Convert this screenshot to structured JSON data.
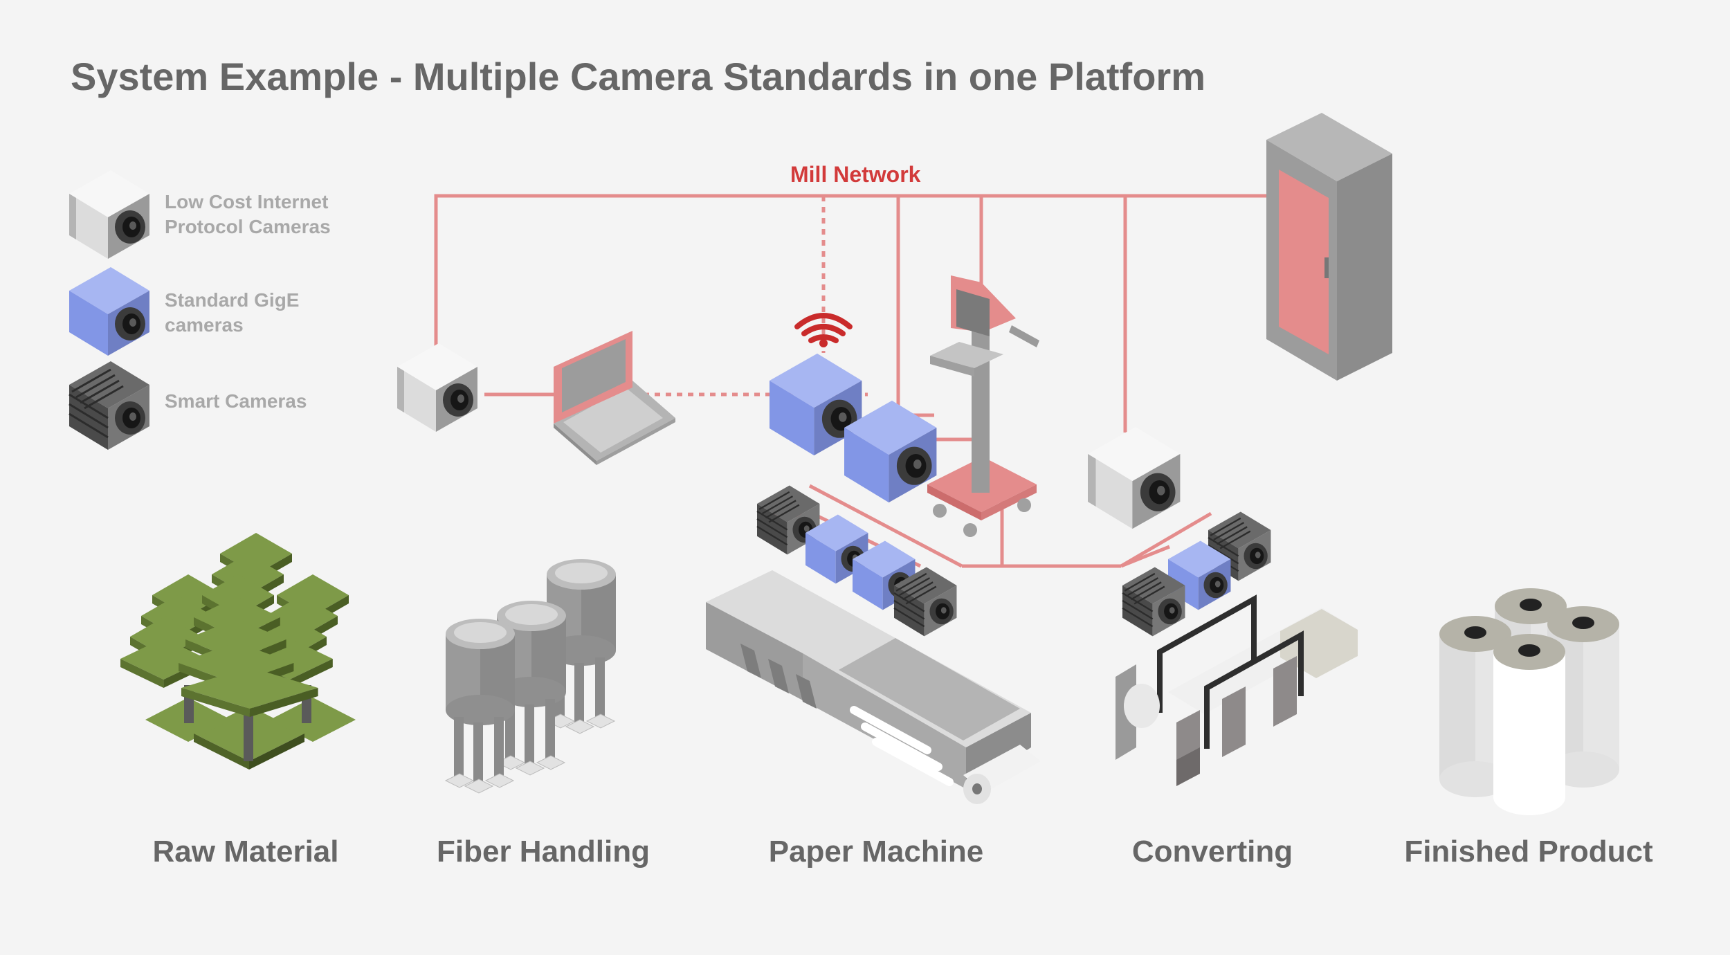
{
  "title": "System Example - Multiple Camera Standards in one Platform",
  "legend": {
    "ip_cameras": {
      "line1": "Low Cost Internet",
      "line2": "Protocol Cameras"
    },
    "gige_cameras": {
      "line1": "Standard GigE",
      "line2": "cameras"
    },
    "smart_cameras": {
      "line1": "Smart Cameras"
    }
  },
  "network_label": "Mill Network",
  "stages": [
    "Raw Material",
    "Fiber Handling",
    "Paper Machine",
    "Converting",
    "Finished Product"
  ],
  "colors": {
    "background": "#f4f4f4",
    "network_line": "#e48c8c",
    "network_label": "#d23a3a",
    "gige_camera": "#8ea2e8",
    "smart_camera": "#555555",
    "ip_camera": "#ececec",
    "tree_green": "#6e8a3c",
    "equipment_grey": "#a6a6a6"
  }
}
